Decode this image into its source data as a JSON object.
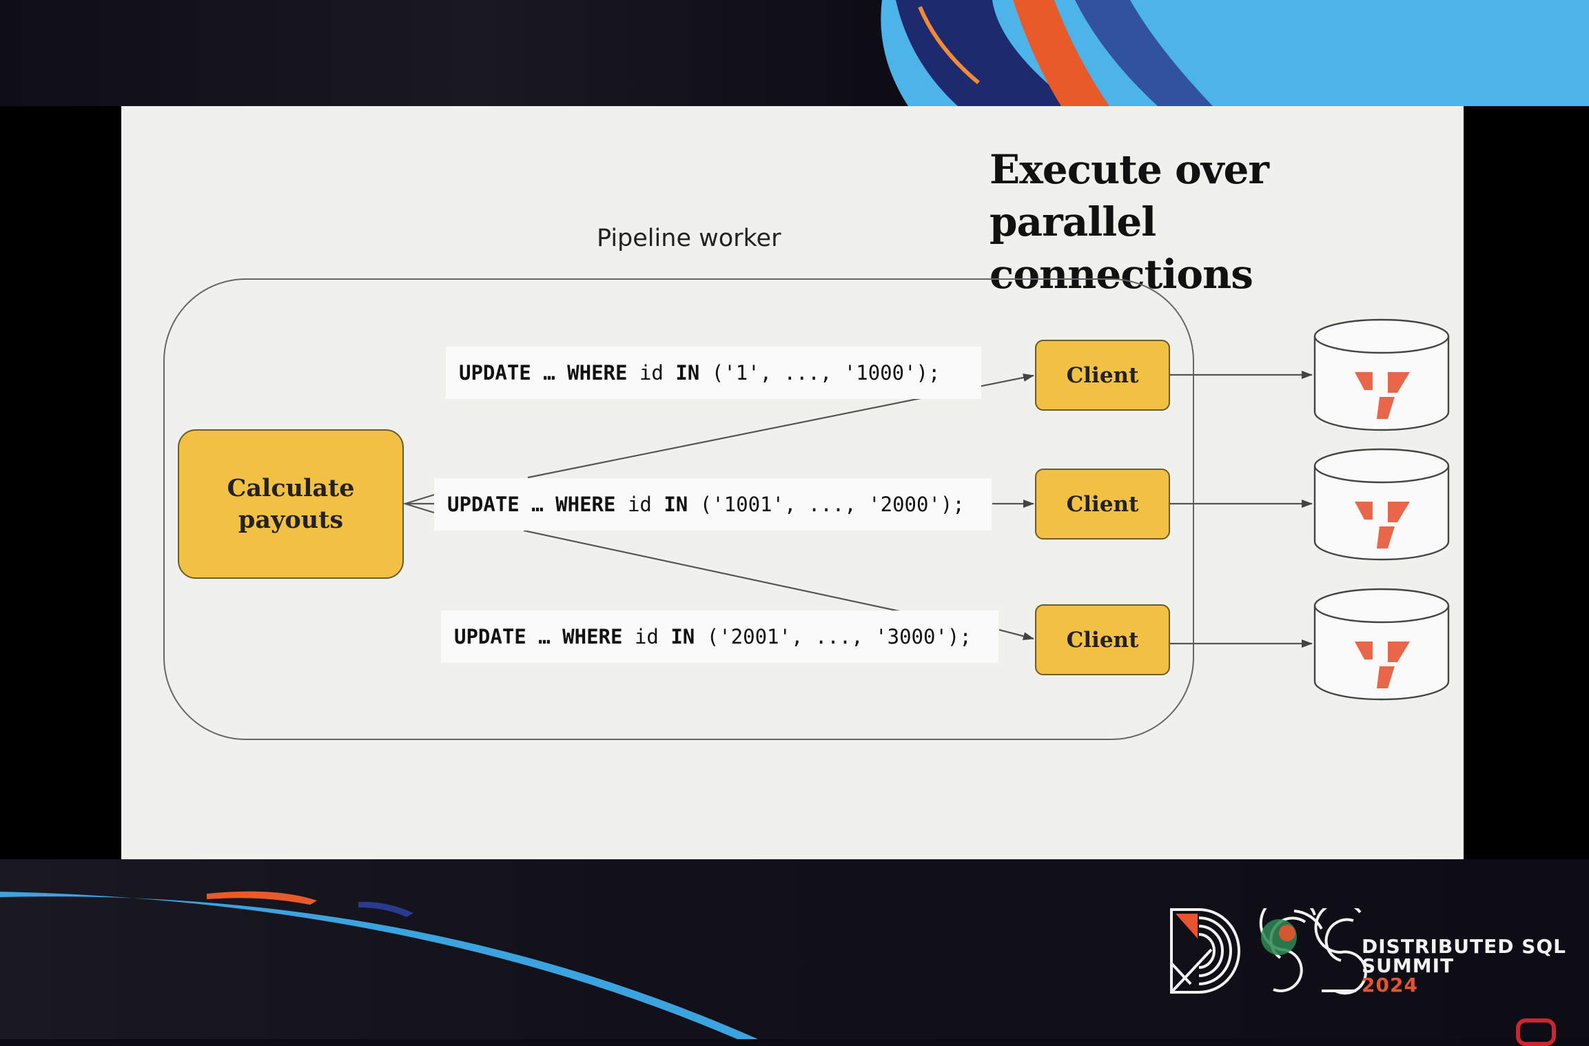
{
  "slide": {
    "title_line1": "Execute over parallel",
    "title_line2": "connections",
    "worker_label": "Pipeline worker",
    "calc_box": "Calculate payouts"
  },
  "queries": [
    {
      "kw1": "UPDATE",
      "ellipsis": "…",
      "kw2": "WHERE",
      "col": "id",
      "kw3": "IN",
      "args": "('1', ..., '1000');"
    },
    {
      "kw1": "UPDATE",
      "ellipsis": "…",
      "kw2": "WHERE",
      "col": "id",
      "kw3": "IN",
      "args": "('1001', ..., '2000');"
    },
    {
      "kw1": "UPDATE",
      "ellipsis": "…",
      "kw2": "WHERE",
      "col": "id",
      "kw3": "IN",
      "args": "('2001', ..., '3000');"
    }
  ],
  "clients": [
    "Client",
    "Client",
    "Client"
  ],
  "databases": [
    "yugabyte-db-icon",
    "yugabyte-db-icon",
    "yugabyte-db-icon"
  ],
  "event": {
    "line1": "DISTRIBUTED SQL",
    "line2": "SUMMIT",
    "year": "2024"
  },
  "colors": {
    "accent_yellow": "#f2c144",
    "db_logo": "#e8674a",
    "year": "#e8542e",
    "slide_bg": "#f0f0ed"
  }
}
